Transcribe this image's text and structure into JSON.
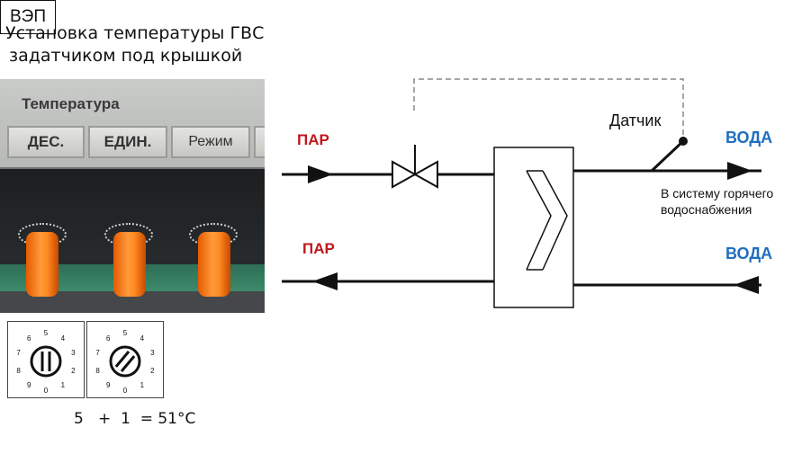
{
  "title_line1": "Установка температуры ГВС",
  "title_line2": "задатчиком  под крышкой",
  "device_photo": {
    "panel_label": "Температура",
    "key_labels": [
      "ДЕС.",
      "ЕДИН.",
      "Режим"
    ]
  },
  "rotary_switch": {
    "digits": [
      "0",
      "1",
      "2",
      "3",
      "4",
      "5",
      "6",
      "7",
      "8",
      "9"
    ]
  },
  "formula": "5   +  1  = 51°С",
  "schematic": {
    "steam_in_label": "ПАР",
    "steam_out_label": "ПАР",
    "water_out_label": "ВОДА",
    "water_in_label": "ВОДА",
    "valve_label": "ВЭП",
    "sensor_label": "Датчик",
    "hot_water_note": "В систему горячего водоснабжения",
    "colors": {
      "steam": "#c0171d",
      "water": "#1f6fbf",
      "line": "#111111",
      "signal": "#888888"
    }
  }
}
